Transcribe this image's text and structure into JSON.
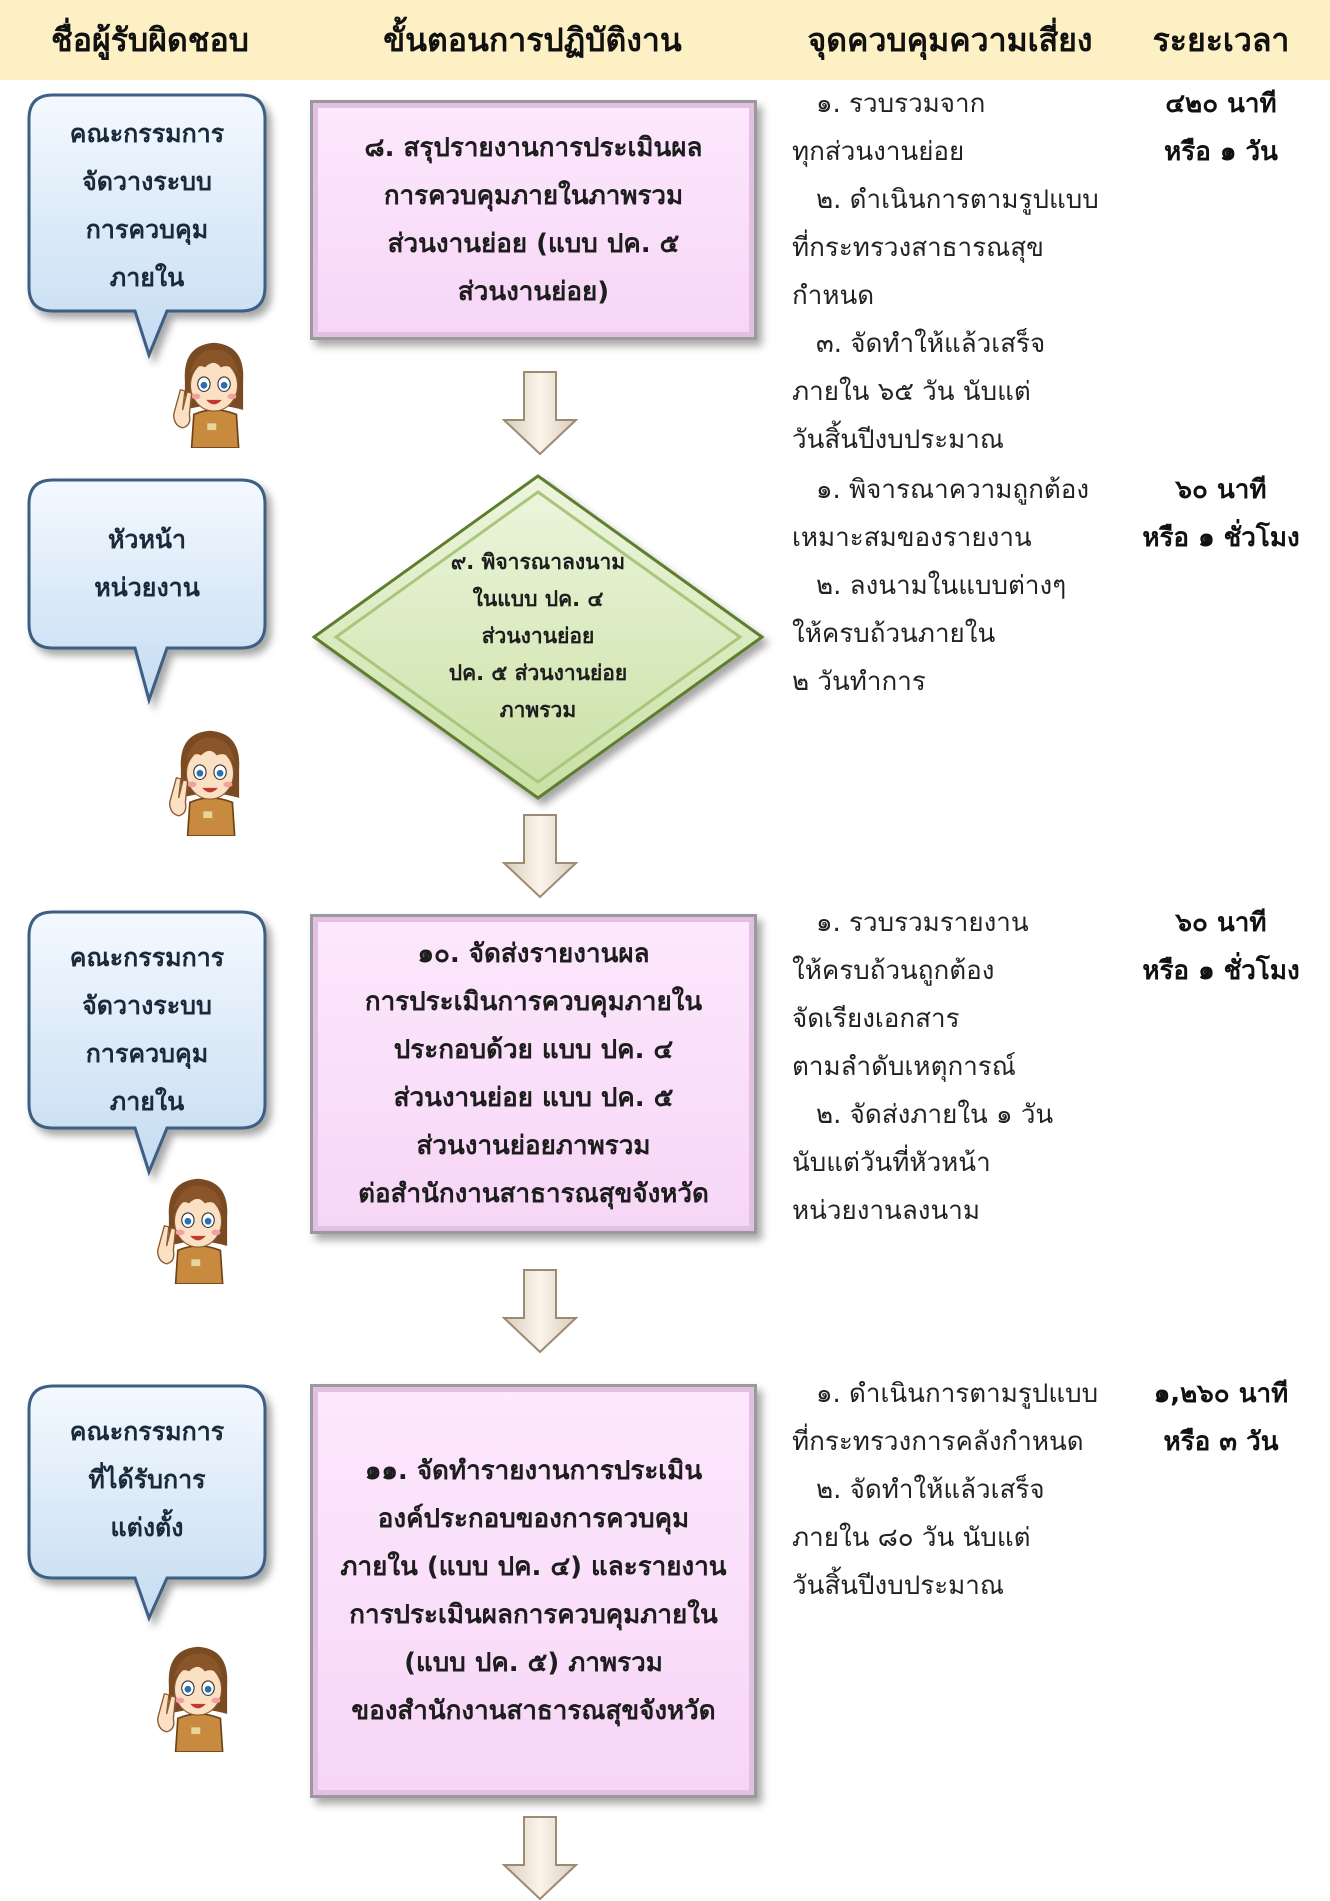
{
  "header": {
    "responsible": "ชื่อผู้รับผิดชอบ",
    "steps": "ขั้นตอนการปฏิบัติงาน",
    "risk": "จุดควบคุมความเสี่ยง",
    "duration": "ระยะเวลา"
  },
  "rows": [
    {
      "responsible": [
        "คณะกรรมการ",
        "จัดวางระบบ",
        "การควบคุม",
        "ภายใน"
      ],
      "step": [
        "๘. สรุปรายงานการประเมินผล",
        "การควบคุมภายในภาพรวม",
        "ส่วนงานย่อย (แบบ ปค. ๕",
        "ส่วนงานย่อย)"
      ],
      "risk": [
        "๑. รวบรวมจาก",
        "ทุกส่วนงานย่อย",
        "๒. ดำเนินการตามรูปแบบ",
        "ที่กระทรวงสาธารณสุข",
        "กำหนด",
        "๓. จัดทำให้แล้วเสร็จ",
        "ภายใน ๖๕ วัน นับแต่",
        "วันสิ้นปีงบประมาณ"
      ],
      "duration": [
        "๔๒๐ นาที",
        "หรือ ๑ วัน"
      ]
    },
    {
      "responsible": [
        "หัวหน้า",
        "หน่วยงาน"
      ],
      "step": [
        "๙. พิจารณาลงนาม",
        "ในแบบ ปค. ๔",
        "ส่วนงานย่อย",
        "ปค. ๕ ส่วนงานย่อย",
        "ภาพรวม"
      ],
      "risk": [
        "๑. พิจารณาความถูกต้อง",
        "เหมาะสมของรายงาน",
        "๒. ลงนามในแบบต่างๆ",
        "ให้ครบถ้วนภายใน",
        "๒ วันทำการ"
      ],
      "duration": [
        "๖๐ นาที",
        "หรือ ๑  ชั่วโมง"
      ]
    },
    {
      "responsible": [
        "คณะกรรมการ",
        "จัดวางระบบ",
        "การควบคุม",
        "ภายใน"
      ],
      "step": [
        "๑๐. จัดส่งรายงานผล",
        "การประเมินการควบคุมภายใน",
        "ประกอบด้วย แบบ ปค. ๔",
        "ส่วนงานย่อย แบบ ปค. ๕",
        "ส่วนงานย่อยภาพรวม",
        "ต่อสำนักงานสาธารณสุขจังหวัด"
      ],
      "risk": [
        "๑. รวบรวมรายงาน",
        "ให้ครบถ้วนถูกต้อง",
        "จัดเรียงเอกสาร",
        "ตามลำดับเหตุการณ์",
        "๒. จัดส่งภายใน ๑ วัน",
        "นับแต่วันที่หัวหน้า",
        "หน่วยงานลงนาม"
      ],
      "duration": [
        "๖๐ นาที",
        "หรือ ๑ ชั่วโมง"
      ]
    },
    {
      "responsible": [
        "คณะกรรมการ",
        "ที่ได้รับการ",
        "แต่งตั้ง"
      ],
      "step": [
        "๑๑. จัดทำรายงานการประเมิน",
        "องค์ประกอบของการควบคุม",
        "ภายใน (แบบ ปค. ๔) และรายงาน",
        "การประเมินผลการควบคุมภายใน",
        "(แบบ ปค. ๕) ภาพรวม",
        "ของสำนักงานสาธารณสุขจังหวัด"
      ],
      "risk": [
        "๑. ดำเนินการตามรูปแบบ",
        "ที่กระทรวงการคลังกำหนด",
        "๒. จัดทำให้แล้วเสร็จ",
        "ภายใน ๘๐ วัน นับแต่",
        "วันสิ้นปีงบประมาณ"
      ],
      "duration": [
        "๑,๒๖๐ นาที",
        "หรือ ๓ วัน"
      ]
    }
  ],
  "colors": {
    "header_bg": "#fdf0c4",
    "process_fill": "#f6d6f6",
    "decision_fill": "#d8eab8",
    "bubble_fill": "#dbe9f7",
    "arrow_fill": "#f3e6d2"
  }
}
